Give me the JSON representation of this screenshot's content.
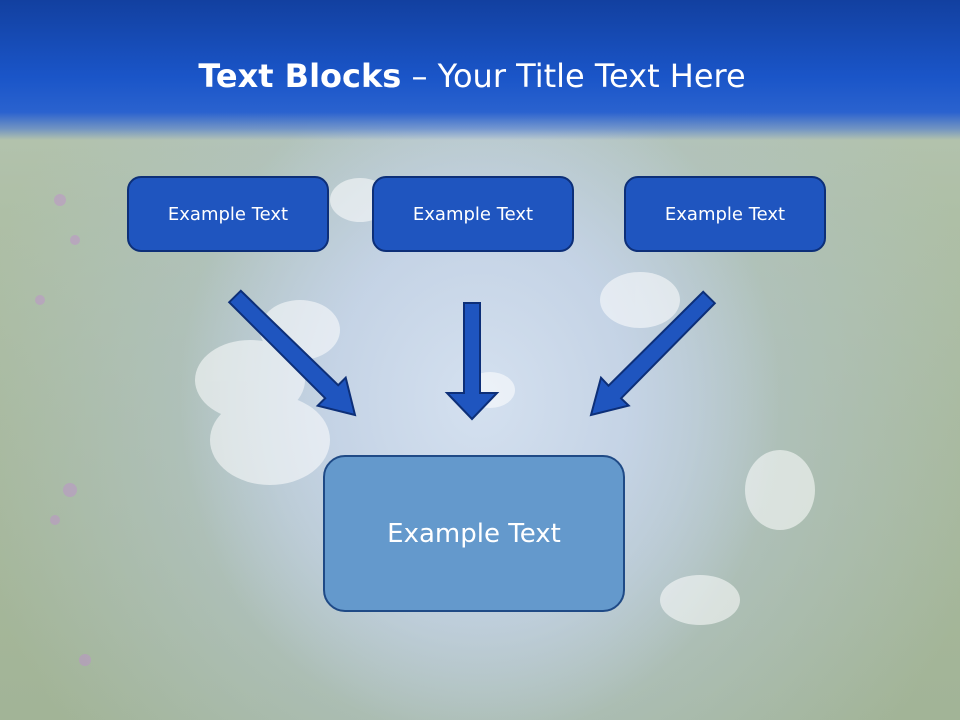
{
  "slide": {
    "title_bold": "Text Blocks",
    "title_dash": " – ",
    "title_rest": "Your Title Text Here"
  },
  "blocks": {
    "top": [
      "Example Text",
      "Example Text",
      "Example Text"
    ],
    "main": "Example Text"
  },
  "colors": {
    "header": "#1a55c8",
    "small_box_fill": "#1f55bf",
    "small_box_border": "#0d2f78",
    "main_box_fill": "#6499cc",
    "main_box_border": "#1f4a86",
    "arrow_fill": "#1f55bf",
    "arrow_stroke": "#0d2f78"
  }
}
